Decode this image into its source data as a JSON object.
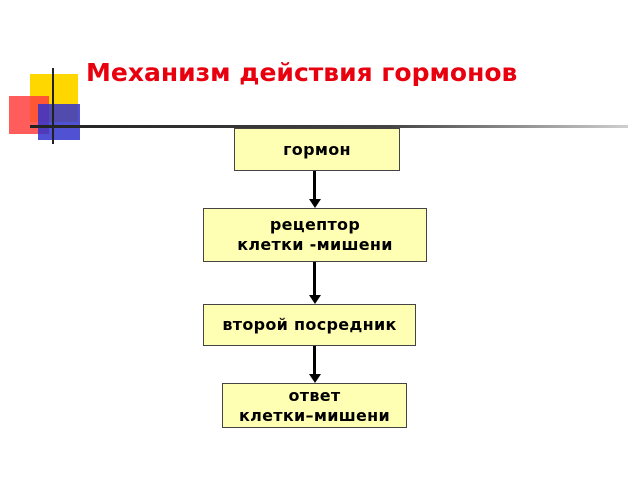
{
  "title": "Механизм действия гормонов",
  "flow": {
    "step1": "гормон",
    "step2_line1": "рецептор",
    "step2_line2": "клетки -мишени",
    "step3": "второй посредник",
    "step4_line1": "ответ",
    "step4_line2": "клетки–мишени"
  },
  "colors": {
    "title": "#e8000f",
    "box_fill": "#ffffb3",
    "deco_yellow": "#ffd700",
    "deco_red": "#ff3f3f",
    "deco_blue": "#3333cc"
  }
}
